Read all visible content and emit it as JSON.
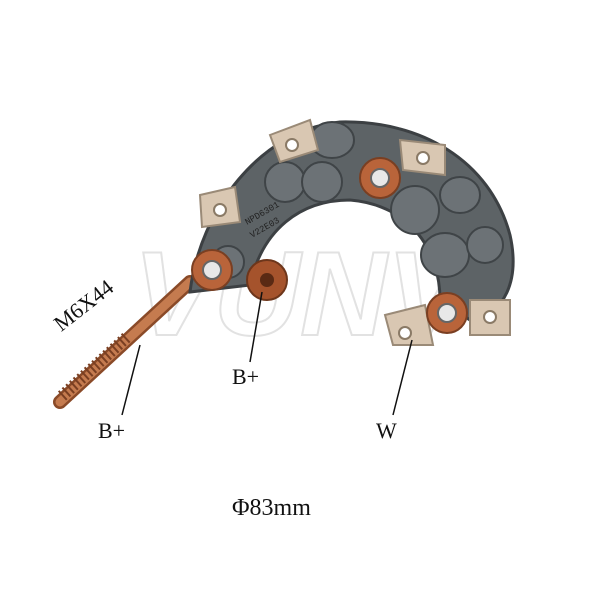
{
  "product": {
    "bolt_label": "M6X44",
    "terminal_left_label": "B+",
    "terminal_mid_label": "B+",
    "terminal_right_label": "W",
    "diameter_label": "Φ83mm",
    "watermark_text": "VUNV",
    "part_marking_line1": "NPD6301",
    "part_marking_line2": "V22E03"
  },
  "colors": {
    "housing": "#5d6366",
    "housing_dark": "#454a4d",
    "copper": "#b9643a",
    "terminal_tab": "#d9c7b2",
    "watermark": "#e6e6e6"
  }
}
